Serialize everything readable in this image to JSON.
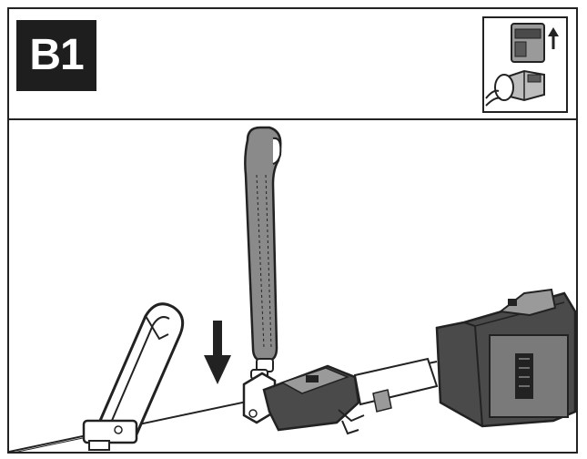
{
  "header": {
    "step_label": "B1"
  },
  "colors": {
    "outline": "#222222",
    "strap_fill": "#8a8a8a",
    "tool_dark": "#4a4a4a",
    "tool_mid": "#9a9a9a",
    "background": "#ffffff"
  },
  "icons": {
    "step_badge": "step-badge",
    "inset": "battery-removal-inset",
    "direction_arrow": "down-arrow-icon",
    "up_arrow": "up-arrow-icon"
  }
}
